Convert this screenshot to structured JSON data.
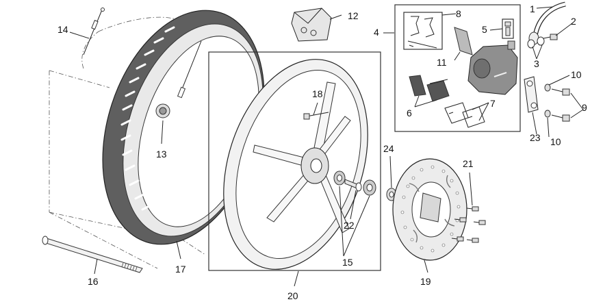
{
  "callouts": [
    "1",
    "2",
    "3",
    "4",
    "5",
    "6",
    "7",
    "8",
    "9",
    "10",
    "10",
    "11",
    "12",
    "13",
    "14",
    "15",
    "16",
    "17",
    "18",
    "19",
    "20",
    "21",
    "22",
    "23",
    "24"
  ]
}
